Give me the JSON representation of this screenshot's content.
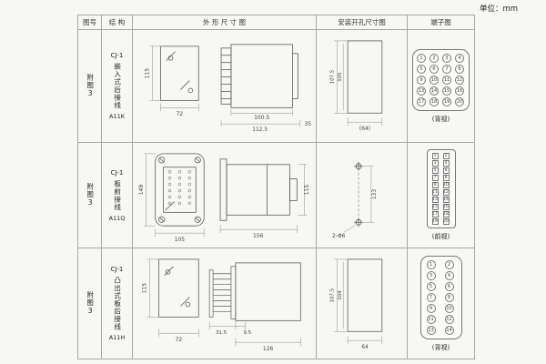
{
  "unit_label": "单位：mm",
  "headers": {
    "fig": "图号",
    "structure": "结 构",
    "outline": "外 形 尺 寸 图",
    "mounting": "安装开孔尺寸图",
    "terminal": "端子图"
  },
  "rows": [
    {
      "fig": "附图3",
      "series": "CJ-1",
      "structure": "嵌入式后接线",
      "model": "A11K",
      "outline_dims": {
        "height": "115",
        "width": "72",
        "body_depth": "100.5",
        "total_depth": "112.5",
        "flange": "35"
      },
      "mounting_dims": {
        "outer_height": "107.5",
        "inner_height": "105",
        "width": "(64)"
      },
      "terminals": [
        "1",
        "2",
        "3",
        "4",
        "5",
        "6",
        "7",
        "8",
        "9",
        "10",
        "11",
        "12",
        "13",
        "14",
        "15",
        "16",
        "17",
        "18",
        "19",
        "20"
      ],
      "view_label": "(背视)"
    },
    {
      "fig": "附图3",
      "series": "CJ-1",
      "structure": "板前接线",
      "model": "A11Q",
      "outline_dims": {
        "height": "149",
        "width": "105",
        "depth": "156",
        "side_height": "115"
      },
      "mounting_dims": {
        "holes": "2-Φ6",
        "spacing": "133"
      },
      "terminals": [
        "1",
        "2",
        "3",
        "4",
        "5",
        "6",
        "7",
        "8",
        "9",
        "10",
        "11",
        "12",
        "13",
        "14",
        "15",
        "16",
        "17",
        "18",
        "19",
        "20"
      ],
      "view_label": "(前视)"
    },
    {
      "fig": "附图3",
      "series": "CJ-1",
      "structure": "凸出式板后接线",
      "model": "A11H",
      "outline_dims": {
        "height": "115",
        "width": "72",
        "pin_len": "31.5",
        "gap": "9.5",
        "depth": "126"
      },
      "mounting_dims": {
        "outer_height": "107.5",
        "inner_height": "104",
        "width": "64"
      },
      "terminals": [
        "1",
        "2",
        "3",
        "4",
        "5",
        "6",
        "7",
        "8",
        "9",
        "10",
        "11",
        "12",
        "13",
        "14"
      ],
      "view_label": "(背视)"
    }
  ]
}
